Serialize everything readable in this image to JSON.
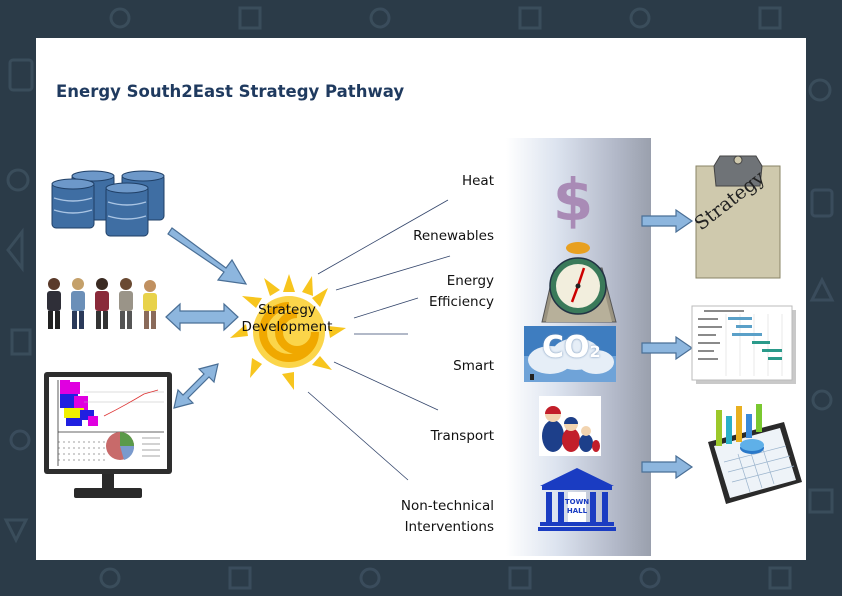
{
  "title": "Energy South2East Strategy Pathway",
  "center": {
    "label": "Strategy Development"
  },
  "themes": [
    {
      "label": "Heat"
    },
    {
      "label": "Renewables"
    },
    {
      "label": "Energy Efficiency"
    },
    {
      "label": "Smart"
    },
    {
      "label": "Transport"
    },
    {
      "label": "Non-technical Interventions"
    }
  ],
  "clipboard": {
    "label": "Strategy"
  },
  "co2": {
    "label": "CO",
    "subscript": "2"
  },
  "town_hall": {
    "line1": "TOWN",
    "line2": "HALL"
  },
  "icons": [
    "database-icon",
    "people-icon",
    "monitor-icon",
    "sun-icon",
    "dollar-icon",
    "clock-icon",
    "co2-cloud-icon",
    "dolls-icon",
    "town-hall-icon",
    "clipboard-icon",
    "gantt-chart-icon",
    "tablet-icon"
  ],
  "colors": {
    "title": "#1f3a5f",
    "arrow": "#8db6de",
    "sun": "#f7c51e",
    "dollar": "#a98bb6",
    "database": "#3f6ea3"
  }
}
